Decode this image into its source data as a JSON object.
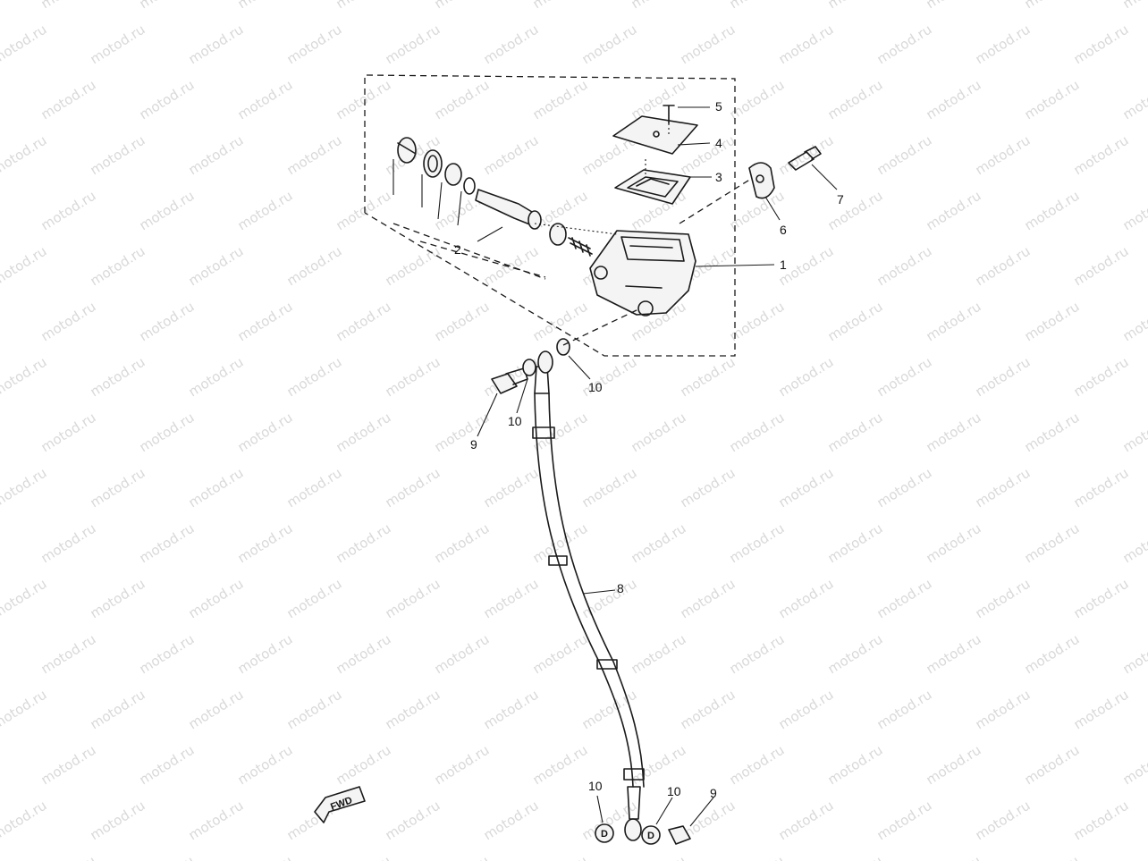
{
  "watermark": {
    "text": "motod.ru"
  },
  "callouts": [
    {
      "id": "1",
      "text": "1"
    },
    {
      "id": "2",
      "text": "2"
    },
    {
      "id": "3",
      "text": "3"
    },
    {
      "id": "4",
      "text": "4"
    },
    {
      "id": "5",
      "text": "5"
    },
    {
      "id": "6",
      "text": "6"
    },
    {
      "id": "7",
      "text": "7"
    },
    {
      "id": "8",
      "text": "8"
    },
    {
      "id": "9a",
      "text": "9"
    },
    {
      "id": "9b",
      "text": "9"
    },
    {
      "id": "10a",
      "text": "10"
    },
    {
      "id": "10b",
      "text": "10"
    },
    {
      "id": "10c",
      "text": "10"
    },
    {
      "id": "10d",
      "text": "10"
    }
  ],
  "direction_badge": {
    "text": "FWD"
  },
  "washer_mark": {
    "text": "D"
  }
}
